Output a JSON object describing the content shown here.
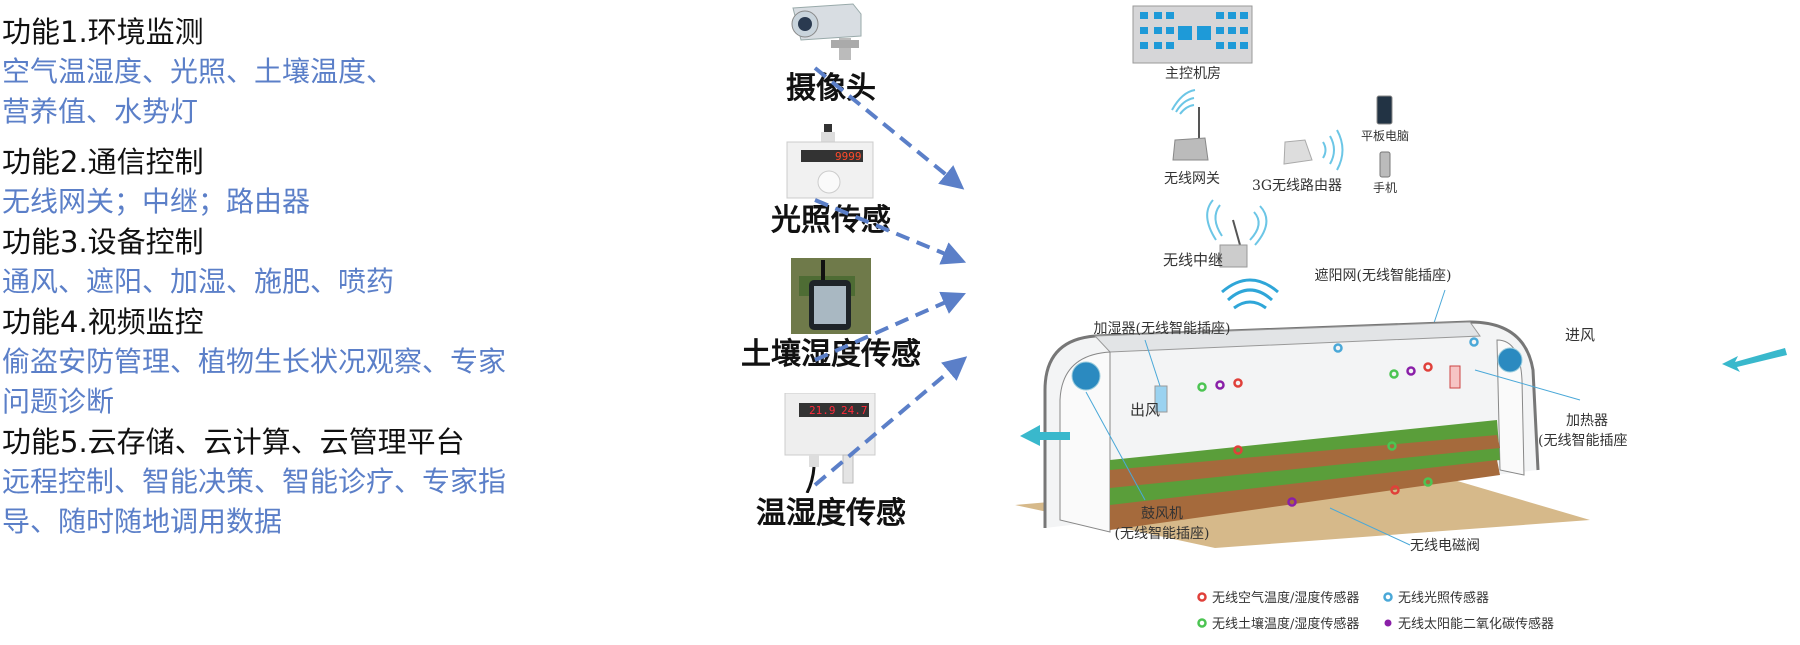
{
  "functions": [
    {
      "title": "功能1.环境监测",
      "desc_lines": [
        "空气温湿度、光照、土壤温度、",
        "营养值、水势灯"
      ]
    },
    {
      "title": "功能2.通信控制",
      "desc_lines": [
        "无线网关；中继；路由器"
      ]
    },
    {
      "title": "功能3.设备控制",
      "desc_lines": [
        "通风、遮阳、加湿、施肥、喷药"
      ]
    },
    {
      "title": "功能4.视频监控",
      "desc_lines": [
        "偷盗安防管理、植物生长状况观察、专家",
        "问题诊断"
      ]
    },
    {
      "title": "功能5.云存储、云计算、云管理平台",
      "desc_lines": [
        "远程控制、智能决策、智能诊疗、专家指",
        "导、随时随地调用数据"
      ]
    }
  ],
  "devices": [
    {
      "label": "摄像头",
      "icon": "camera-icon"
    },
    {
      "label": "光照传感",
      "icon": "light-sensor-icon",
      "display": "9999"
    },
    {
      "label": "土壤湿度传感",
      "icon": "soil-sensor-icon"
    },
    {
      "label": "温湿度传感",
      "icon": "temp-humidity-sensor-icon",
      "display": [
        "21.9",
        "24.7"
      ]
    }
  ],
  "diagram": {
    "control_room": "主控机房",
    "gateway": "无线网关",
    "router_3g": "3G无线路由器",
    "tablet": "平板电脑",
    "phone": "手机",
    "relay": "无线中继",
    "shade_net": "遮阳网(无线智能插座)",
    "humidifier": "加湿器(无线智能插座)",
    "air_in": "进风",
    "air_out": "出风",
    "heater": "加热器",
    "heater_sub": "(无线智能插座",
    "blower": "鼓风机",
    "blower_sub": "(无线智能插座)",
    "valve": "无线电磁阀",
    "legend": [
      {
        "label": "无线空气温度/湿度传感器",
        "color": "#e0403a"
      },
      {
        "label": "无线光照传感器",
        "color": "#4aa8d8"
      },
      {
        "label": "无线土壤温度/湿度传感器",
        "color": "#4cc452"
      },
      {
        "label": "无线太阳能二氧化碳传感器",
        "color": "#8a1fa8"
      }
    ]
  },
  "colors": {
    "accent_blue": "#5b7fc8",
    "arrow": "#5b7fc8"
  }
}
